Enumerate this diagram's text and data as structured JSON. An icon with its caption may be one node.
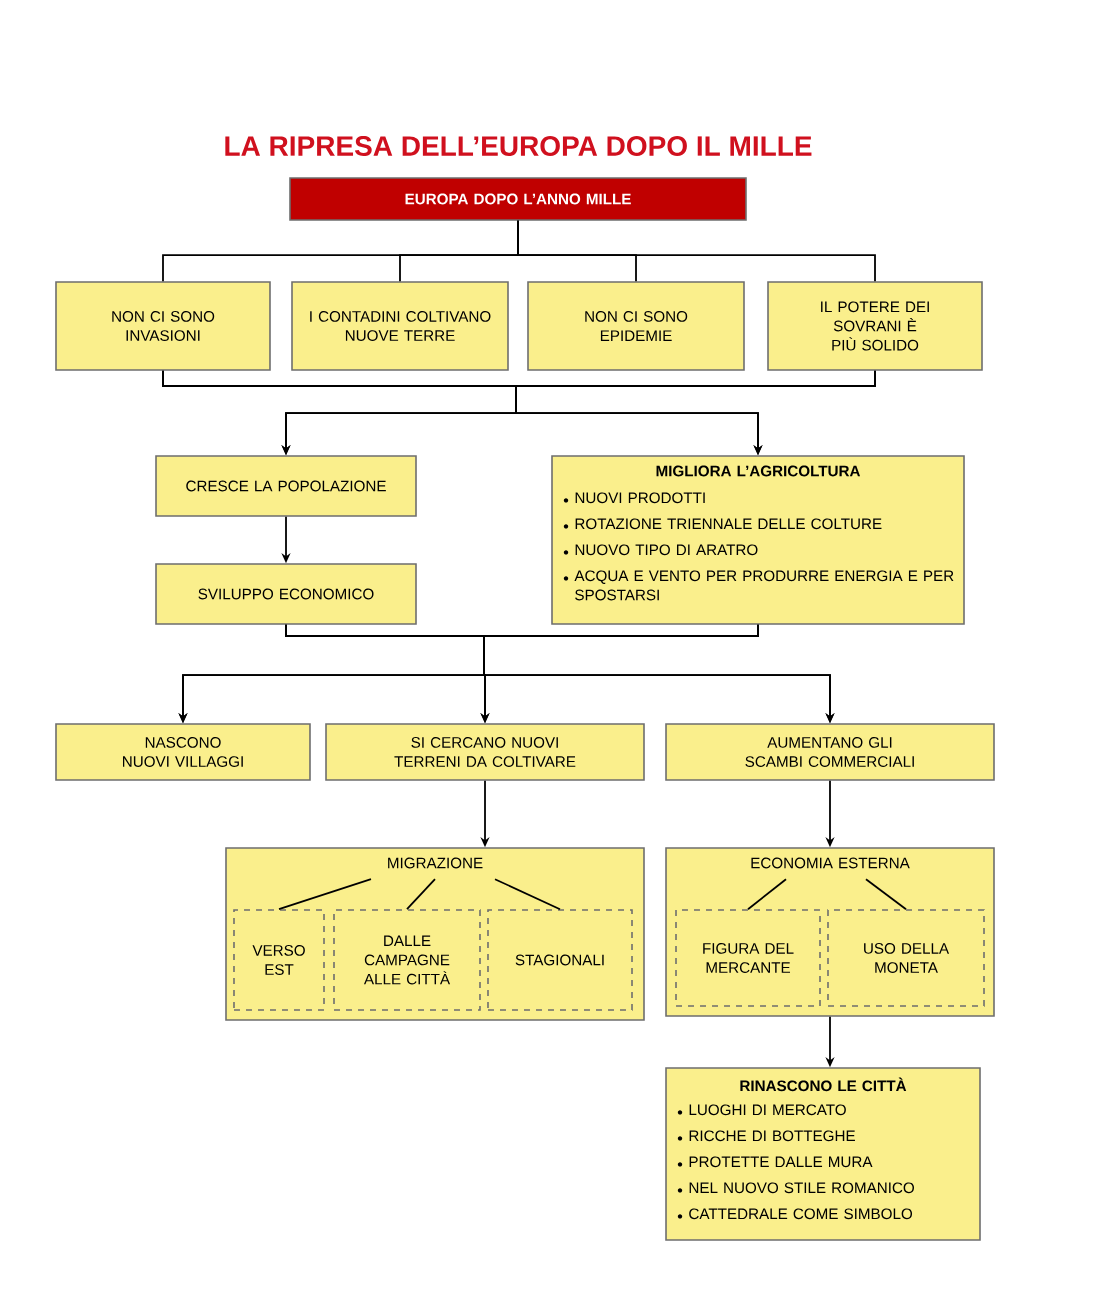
{
  "diagram": {
    "title": "LA RIPRESA DELL’EUROPA DOPO IL MILLE",
    "nodes": [
      {
        "text": [
          "EUROPA DOPO L’ANNO MILLE"
        ]
      },
      {
        "text": [
          "NON CI SONO INVASIONI"
        ]
      },
      {
        "text": [
          "I CONTADINI COLTIVANO NUOVE TERRE"
        ]
      },
      {
        "text": [
          "NON CI SONO EPIDEMIE"
        ]
      },
      {
        "text": [
          "IL POTERE DEI SOVRANI È PIÙ SOLIDO"
        ]
      },
      {
        "text": [
          "CRESCE LA POPOLAZIONE"
        ]
      },
      {
        "text": [
          "MIGLIORA L’AGRICOLTURA",
          "NUOVI PRODOTTI",
          "ROTAZIONE TRIENNALE DELLE COLTURE",
          "NUOVO TIPO DI ARATRO",
          "ACQUA E VENTO PER PRODURRE ENERGIA E PER SPOSTARSI"
        ]
      },
      {
        "text": [
          "SVILUPPO ECONOMICO"
        ]
      },
      {
        "text": [
          "NASCONO NUOVI VILLAGGI"
        ]
      },
      {
        "text": [
          "SI CERCANO NUOVI TERRENI DA COLTIVARE"
        ]
      },
      {
        "text": [
          "AUMENTANO GLI SCAMBI COMMERCIALI"
        ]
      },
      {
        "text": [
          "MIGRAZIONE"
        ]
      },
      {
        "text": [
          "VERSO EST"
        ],
        "in": 11
      },
      {
        "text": [
          "DALLE CAMPAGNE ALLE CITTÀ"
        ],
        "in": 11
      },
      {
        "text": [
          "STAGIONALI"
        ],
        "in": 11
      },
      {
        "text": [
          "ECONOMIA ESTERNA"
        ]
      },
      {
        "text": [
          "FIGURA DEL MERCANTE"
        ],
        "in": 15
      },
      {
        "text": [
          "USO DELLA MONETA"
        ],
        "in": 15
      },
      {
        "text": [
          "RINASCONO LE CITTÀ",
          "LUOGHI DI MERCATO",
          "RICCHE DI BOTTEGHE",
          "PROTETTE DALLE MURA",
          "NEL NUOVO STILE ROMANICO",
          "CATTEDRALE COME SIMBOLO"
        ]
      }
    ],
    "edges": [
      {
        "from": 0,
        "to": 1,
        "arrow": "none"
      },
      {
        "from": 0,
        "to": 2,
        "arrow": "none"
      },
      {
        "from": 0,
        "to": 3,
        "arrow": "none"
      },
      {
        "from": 0,
        "to": 4,
        "arrow": "none"
      },
      {
        "from": 1,
        "to": 5,
        "arrow": "to"
      },
      {
        "from": 1,
        "to": 6,
        "arrow": "to"
      },
      {
        "from": 4,
        "to": 5,
        "arrow": "to"
      },
      {
        "from": 4,
        "to": 6,
        "arrow": "to"
      },
      {
        "from": 5,
        "to": 7,
        "arrow": "to"
      },
      {
        "from": 7,
        "to": 8,
        "arrow": "to"
      },
      {
        "from": 7,
        "to": 9,
        "arrow": "to"
      },
      {
        "from": 7,
        "to": 10,
        "arrow": "to"
      },
      {
        "from": 6,
        "to": 8,
        "arrow": "to"
      },
      {
        "from": 6,
        "to": 9,
        "arrow": "to"
      },
      {
        "from": 6,
        "to": 10,
        "arrow": "to"
      },
      {
        "from": 9,
        "to": 11,
        "arrow": "to"
      },
      {
        "from": 10,
        "to": 15,
        "arrow": "to"
      },
      {
        "from": 15,
        "to": 18,
        "arrow": "to"
      },
      {
        "from": 11,
        "to": 12,
        "arrow": "none"
      },
      {
        "from": 11,
        "to": 13,
        "arrow": "none"
      },
      {
        "from": 11,
        "to": 14,
        "arrow": "none"
      },
      {
        "from": 15,
        "to": 16,
        "arrow": "none"
      },
      {
        "from": 15,
        "to": 17,
        "arrow": "none"
      }
    ]
  }
}
